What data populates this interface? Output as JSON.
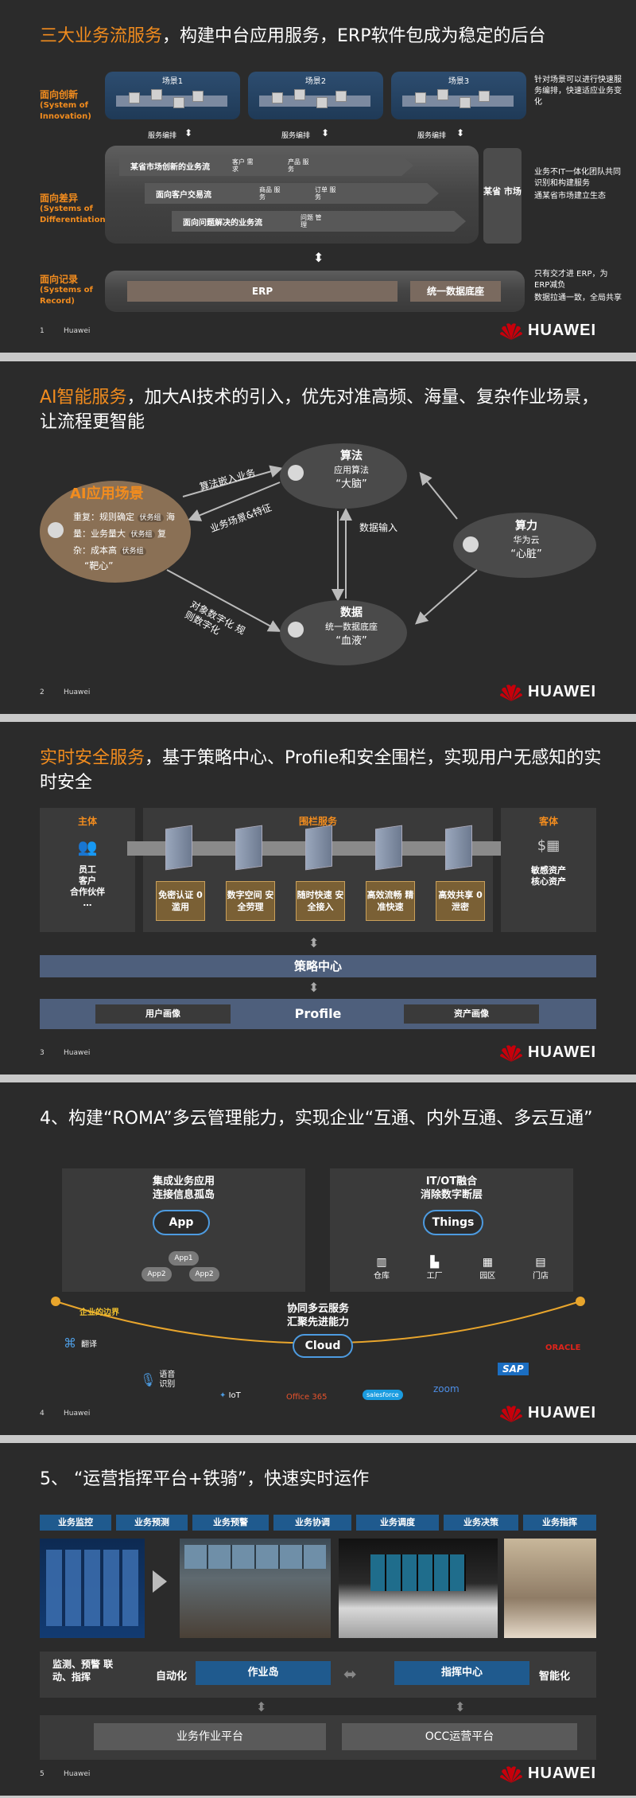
{
  "brand": {
    "name": "HUAWEI",
    "company": "Huawei",
    "accent": "#f28c1e",
    "logo_color": "#c7000b"
  },
  "slides": [
    {
      "num": "1",
      "title_hl": "三大业务流服务",
      "title_rest": "，构建中台应用服务，ERP软件包成为稳定的后台",
      "levels": [
        {
          "zh": "面向创新",
          "en": "(System   of Innovation)"
        },
        {
          "zh": "面向差异",
          "en": "(Systems of Differentiation)"
        },
        {
          "zh": "面向记录",
          "en": "(Systems of Record)"
        }
      ],
      "scenes": [
        "场景1",
        "场景2",
        "场景3"
      ],
      "orch": [
        "服务编排",
        "服务编排",
        "服务编排"
      ],
      "biz_rows": [
        "某省市场创新的业务流",
        "面向客户交易流",
        "面向问题解决的业务流"
      ],
      "row1_items": [
        "客户 需求",
        "产品 服务"
      ],
      "row2_items": [
        "商品 服务",
        "订单 服务"
      ],
      "row3_items": [
        "问题 管理"
      ],
      "market": "某省 市场",
      "erp": "ERP",
      "data_base": "统一数据底座",
      "notes_top": [
        "针对场景可以进行快速服务编排，快速适应业务变化"
      ],
      "notes_mid": [
        "业务不IT一体化团队共同识别和构建服务",
        "通某省市场建立生态"
      ],
      "notes_bot": [
        "只有交才进   ERP，为ERP减负",
        "数据拉通一致，全局共享"
      ]
    },
    {
      "num": "2",
      "title_hl": "AI智能服务",
      "title_rest": "，加大AI技术的引入，优先对准高频、海量、复杂作业场景，让流程更智能",
      "ai_title": "AI应用场景",
      "ai_lines": [
        {
          "a": "重复：规则确定",
          "b": "伏务组",
          "c": "海"
        },
        {
          "a": "量：业务量大",
          "b": "伏务组",
          "c": "复"
        },
        {
          "a": "杂：成本高",
          "b": "伏务组",
          "c": ""
        }
      ],
      "ai_target": "“靶心”",
      "algo": {
        "t": "算法",
        "s": "应用算法",
        "q": "“大脑”"
      },
      "data": {
        "t": "数据",
        "s": "统一数据底座",
        "q": "“血液”"
      },
      "power": {
        "t": "算力",
        "s": "华为云",
        "q": "“心脏”"
      },
      "arrows": [
        "算法嵌入业务",
        "业务场景&特征",
        "数据输入",
        "对象数字化 规则数字化"
      ]
    },
    {
      "num": "3",
      "title_hl": "实时安全服务",
      "title_rest": "，基于策略中心、Profile和安全围栏，实现用户无感知的实时安全",
      "subject": {
        "h": "主体",
        "lines": [
          "员工",
          "客户",
          "合作伙伴",
          "…"
        ]
      },
      "guard": {
        "h": "围栏服务",
        "items": [
          "免密认证 0滥用",
          "数字空间 安全劳理",
          "随时快速 安全接入",
          "高效流畅 精准快速",
          "高效共享 0泄密"
        ]
      },
      "object": {
        "h": "客体",
        "lines": [
          "敏感资产",
          "核心资产"
        ]
      },
      "policy": "策略中心",
      "profile": "Profile",
      "user_portrait": "用户画像",
      "asset_portrait": "资产画像"
    },
    {
      "num": "4",
      "title": "4、构建“ROMA”多云管理能力，实现企业“互通、内外互通、多云互通”",
      "left_box": {
        "h1": "集成业务应用",
        "h2": "连接信息孤岛",
        "cloud": "App",
        "apps": [
          "App1",
          "App2",
          "App2"
        ]
      },
      "right_box": {
        "h1": "IT/OT融合",
        "h2": "消除数字断层",
        "cloud": "Things",
        "items": [
          "仓库",
          "工厂",
          "园区",
          "门店"
        ]
      },
      "boundary": "企业的边界",
      "center": {
        "h1": "协同多云服务",
        "h2": "汇聚先进能力",
        "cloud": "Cloud"
      },
      "services": [
        "翻译",
        "语音 识别",
        "IoT",
        "Office 365",
        "salesforce",
        "zoom",
        "SAP",
        "ORACLE"
      ]
    },
    {
      "num": "5",
      "title": "5、 “运营指挥平台+铁骑”，快速实时运作",
      "tabs": [
        "业务监控",
        "业务预测",
        "业务预警",
        "业务协调",
        "业务调度",
        "业务决策",
        "业务指挥"
      ],
      "left_label": "监测、预警 联动、指挥",
      "auto": "自动化",
      "island": "作业岛",
      "command": "指挥中心",
      "smart": "智能化",
      "platform1": "业务作业平台",
      "platform2": "OCC运营平台"
    }
  ]
}
